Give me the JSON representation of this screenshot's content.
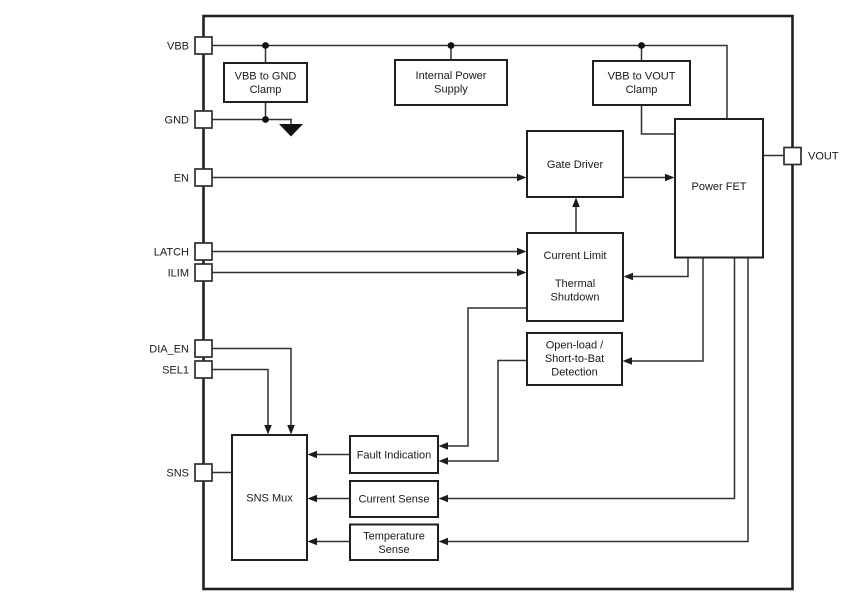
{
  "colors": {
    "background": "#ffffff",
    "wire": "#303030",
    "block_border": "#1f1f1f",
    "block_fill": "#ffffff",
    "text": "#1a1a1a"
  },
  "pins": {
    "left": [
      {
        "label": "VBB"
      },
      {
        "label": "GND"
      },
      {
        "label": "EN"
      },
      {
        "label": "LATCH"
      },
      {
        "label": "ILIM"
      },
      {
        "label": "DIA_EN"
      },
      {
        "label": "SEL1"
      },
      {
        "label": "SNS"
      }
    ],
    "right": [
      {
        "label": "VOUT"
      }
    ]
  },
  "blocks": {
    "vbb_gnd_clamp": {
      "lines": [
        "VBB to GND",
        "Clamp"
      ]
    },
    "internal_power_supply": {
      "lines": [
        "Internal Power",
        "Supply"
      ]
    },
    "vbb_vout_clamp": {
      "lines": [
        "VBB to VOUT",
        "Clamp"
      ]
    },
    "gate_driver": {
      "lines": [
        "Gate Driver"
      ]
    },
    "power_fet": {
      "lines": [
        "Power FET"
      ]
    },
    "current_limit_thermal_shutdown": {
      "lines": [
        "Current Limit",
        "Thermal",
        "Shutdown"
      ]
    },
    "open_load_detection": {
      "lines": [
        "Open-load /",
        "Short-to-Bat",
        "Detection"
      ]
    },
    "fault_indication": {
      "lines": [
        "Fault Indication"
      ]
    },
    "current_sense": {
      "lines": [
        "Current Sense"
      ]
    },
    "temperature_sense": {
      "lines": [
        "Temperature",
        "Sense"
      ]
    },
    "sns_mux": {
      "lines": [
        "SNS Mux"
      ]
    }
  },
  "symbols": {
    "ground": "gnd-symbol",
    "junction": "junction-dot"
  }
}
